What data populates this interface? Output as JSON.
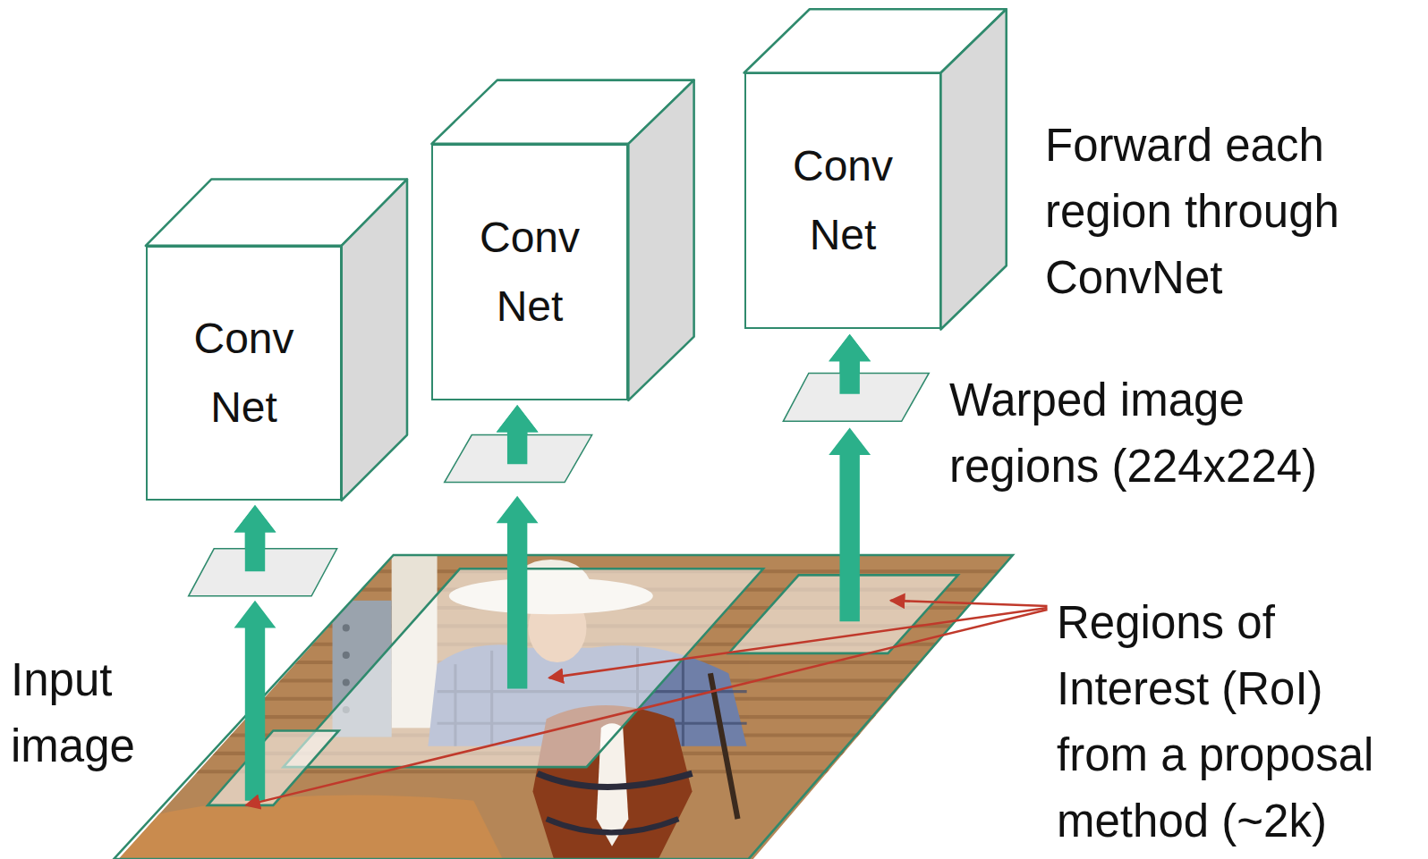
{
  "diagram": {
    "nodes": [
      {
        "text": [
          "Conv Net"
        ]
      },
      {
        "text": [
          "Conv Net"
        ]
      },
      {
        "text": [
          "Conv Net"
        ]
      }
    ],
    "labels": [
      "Forward each region through ConvNet",
      "Warped image regions (224x224)",
      "Regions of Interest (RoI) from a proposal method (~2k)",
      "Input image"
    ]
  }
}
